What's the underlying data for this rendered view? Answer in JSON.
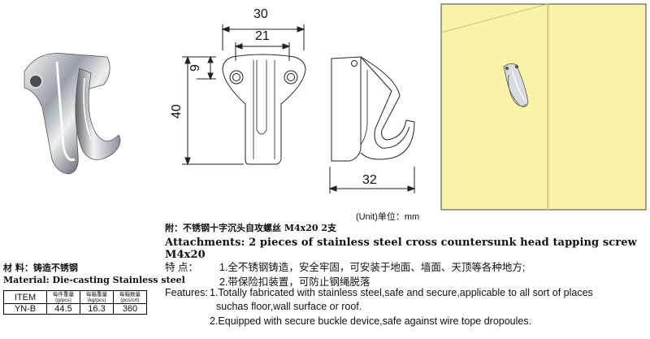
{
  "dimensions": {
    "width_30": "30",
    "width_21": "21",
    "height_9": "9",
    "height_40": "40",
    "depth_32": "32"
  },
  "unit_label": "(Unit)单位：mm",
  "attachments_cn": "附：不锈钢十字沉头自攻螺丝 M4x20  2支",
  "attachments_en": "Attachments: 2 pieces of stainless steel cross countersunk  head tapping screw M4x20",
  "features_cn": {
    "label": "特        点：",
    "line1": "1.全不锈钢铸造，安全牢固，可安装于地面、墙面、天顶等各种地方;",
    "line2": "2.带保险扣装置，可防止钢绳脱落"
  },
  "features_en": {
    "label": "Features:",
    "line1": "1.Totally fabricated with stainless steel,safe and secure,applicable to all sort of places",
    "line1b": "suchas floor,wall surface or roof.",
    "line2": "2.Equipped with secure buckle device,safe against wire tope dropoules."
  },
  "material": {
    "cn": "材    料：铸造不锈钢",
    "en": "Material: Die-casting Stainless steel"
  },
  "spec_table": {
    "headers": [
      "ITEM",
      "每件重量\n(g/pcs)",
      "每箱重量\n(kg/pcs)",
      "每箱数量\n(pcs/crt)"
    ],
    "row": [
      "YN-B",
      "44.5",
      "16.3",
      "360"
    ]
  },
  "colors": {
    "wall": "#fbf3a7",
    "wall_edge": "#c9c27a",
    "metal": "#c8ccd2"
  }
}
